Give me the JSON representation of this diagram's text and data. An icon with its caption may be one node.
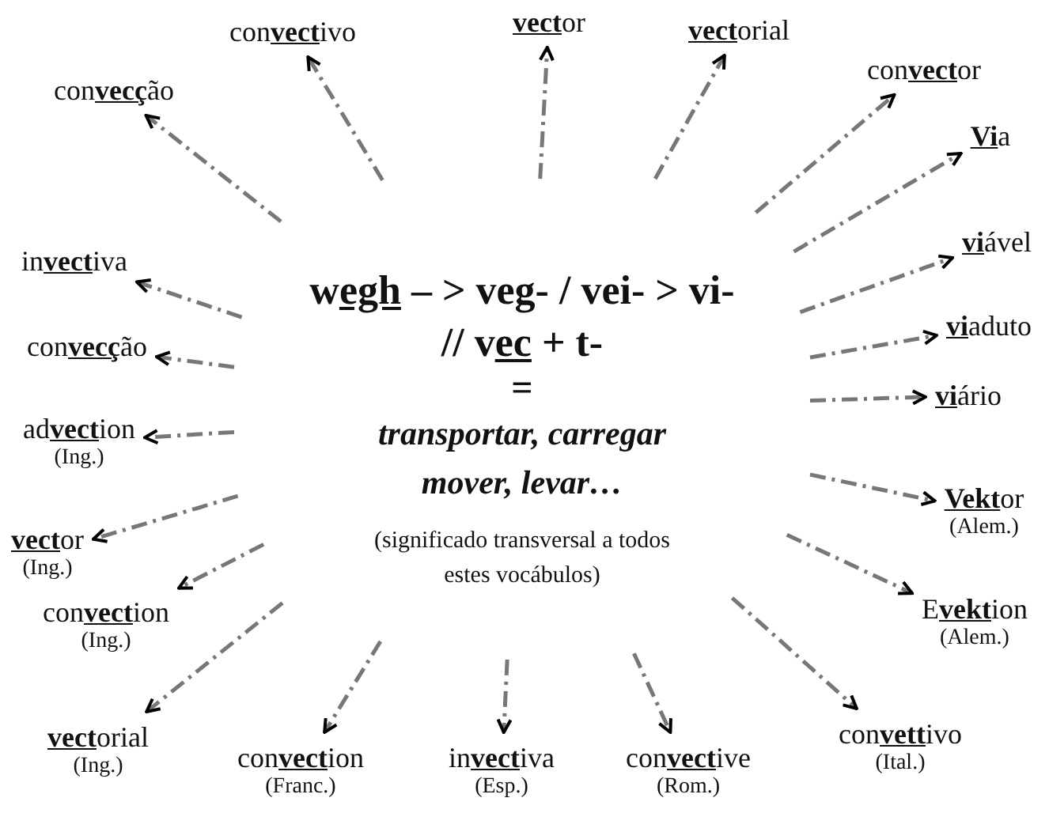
{
  "diagram": {
    "nodes": [
      {
        "text": [
          "w**egh** – > veg- / vei- > vi- // v**ec** + t-",
          "=",
          "transportar, carregar mover, levar…",
          "(significado transversal a todos estes vocábulos)"
        ]
      },
      {
        "text": [
          "con**vect**ivo"
        ]
      },
      {
        "text": [
          "**vect**or"
        ]
      },
      {
        "text": [
          "**vect**orial"
        ]
      },
      {
        "text": [
          "con**vecç**ão"
        ]
      },
      {
        "text": [
          "con**vect**or"
        ]
      },
      {
        "text": [
          "**Vi**a"
        ]
      },
      {
        "text": [
          "in**vect**iva"
        ]
      },
      {
        "text": [
          "**vi**ável"
        ]
      },
      {
        "text": [
          "con**vecç**ão"
        ]
      },
      {
        "text": [
          "**vi**aduto"
        ]
      },
      {
        "text": [
          "ad**vect**ion",
          "(Ing.)"
        ]
      },
      {
        "text": [
          "**vi**ário"
        ]
      },
      {
        "text": [
          "**Vekt**or",
          "(Alem.)"
        ]
      },
      {
        "text": [
          "**vect**or",
          "(Ing.)"
        ]
      },
      {
        "text": [
          "con**vect**ion",
          "(Ing.)"
        ]
      },
      {
        "text": [
          "E**vekt**ion",
          "(Alem.)"
        ]
      },
      {
        "text": [
          "**vect**orial",
          "(Ing.)"
        ]
      },
      {
        "text": [
          "con**vett**ivo",
          "(Ital.)"
        ]
      },
      {
        "text": [
          "con**vect**ion",
          "(Franc.)"
        ]
      },
      {
        "text": [
          "in**vect**iva",
          "(Esp.)"
        ]
      },
      {
        "text": [
          "con**vect**ive",
          "(Rom.)"
        ]
      }
    ],
    "edges": [
      {
        "from": 0,
        "to": 1,
        "arrow": "to",
        "style": "dashed"
      },
      {
        "from": 0,
        "to": 2,
        "arrow": "to",
        "style": "dashed"
      },
      {
        "from": 0,
        "to": 3,
        "arrow": "to",
        "style": "dashed"
      },
      {
        "from": 0,
        "to": 4,
        "arrow": "to",
        "style": "dashed"
      },
      {
        "from": 0,
        "to": 5,
        "arrow": "to",
        "style": "dashed"
      },
      {
        "from": 0,
        "to": 6,
        "arrow": "to",
        "style": "dashed"
      },
      {
        "from": 0,
        "to": 7,
        "arrow": "to",
        "style": "dashed"
      },
      {
        "from": 0,
        "to": 8,
        "arrow": "to",
        "style": "dashed"
      },
      {
        "from": 0,
        "to": 9,
        "arrow": "to",
        "style": "dashed"
      },
      {
        "from": 0,
        "to": 10,
        "arrow": "to",
        "style": "dashed"
      },
      {
        "from": 0,
        "to": 11,
        "arrow": "to",
        "style": "dashed"
      },
      {
        "from": 0,
        "to": 12,
        "arrow": "to",
        "style": "dashed"
      },
      {
        "from": 0,
        "to": 13,
        "arrow": "to",
        "style": "dashed"
      },
      {
        "from": 0,
        "to": 14,
        "arrow": "to",
        "style": "dashed"
      },
      {
        "from": 0,
        "to": 15,
        "arrow": "to",
        "style": "dashed"
      },
      {
        "from": 0,
        "to": 16,
        "arrow": "to",
        "style": "dashed"
      },
      {
        "from": 0,
        "to": 17,
        "arrow": "to",
        "style": "dashed"
      },
      {
        "from": 0,
        "to": 18,
        "arrow": "to",
        "style": "dashed"
      },
      {
        "from": 0,
        "to": 19,
        "arrow": "to",
        "style": "dashed"
      },
      {
        "from": 0,
        "to": 20,
        "arrow": "to",
        "style": "dashed"
      },
      {
        "from": 0,
        "to": 21,
        "arrow": "to",
        "style": "dashed"
      }
    ]
  }
}
